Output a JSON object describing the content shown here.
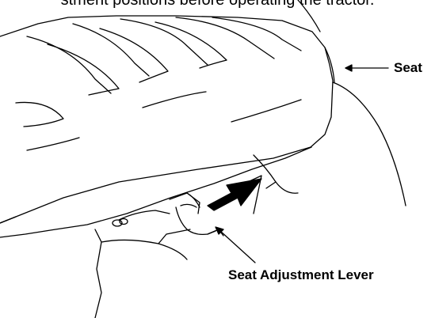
{
  "header": {
    "partial_text": "stment positions before operating the tractor."
  },
  "diagram": {
    "labels": {
      "seat": "Seat",
      "seat_adjustment_lever": "Seat Adjustment Lever"
    },
    "colors": {
      "ink": "#000000",
      "background": "#ffffff"
    }
  }
}
